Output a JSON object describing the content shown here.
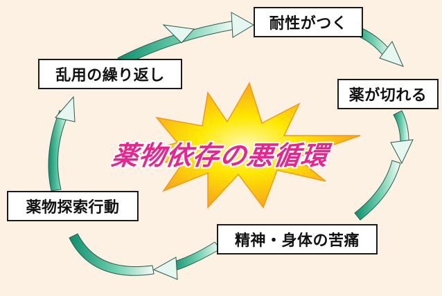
{
  "diagram": {
    "title": "薬物依存の悪循環",
    "steps": {
      "tolerance": "耐性がつく",
      "wearoff": "薬が切れる",
      "suffering": "精神・身体の苦痛",
      "seeking": "薬物探索行動",
      "abuse": "乱用の繰り返し"
    }
  },
  "colors": {
    "background": "#fdf1e4",
    "arrow_dark": "#0c8f6d",
    "arrow_light": "#f4fbf8",
    "burst_yellow": "#ffe800",
    "burst_orange": "#f7a51c",
    "title_pink": "#e8258e",
    "box_border": "#1a1a1a"
  }
}
